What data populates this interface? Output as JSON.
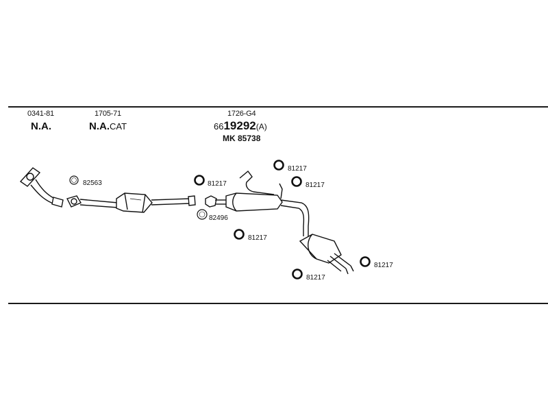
{
  "columns": [
    {
      "code": "0341-81",
      "line1": "N.A.",
      "line1_suffix": ""
    },
    {
      "code": "1705-71",
      "line1": "N.A.",
      "line1_suffix": "CAT"
    },
    {
      "code": "1726-G4",
      "line1_prefix": "66",
      "line1": "19292",
      "line1_suffix": "(A)",
      "line2": "MK  85738"
    }
  ],
  "part_labels": {
    "p1": "82563",
    "p2": "81217",
    "p3": "82496",
    "p4": "81217",
    "p5": "81217",
    "p6": "81217",
    "p7": "81217",
    "p8": "81217"
  }
}
